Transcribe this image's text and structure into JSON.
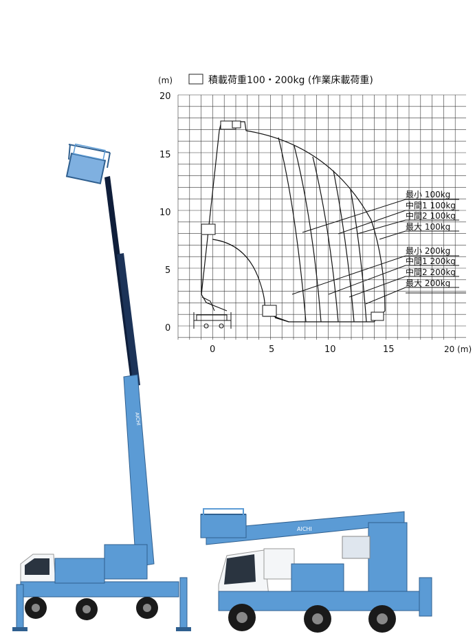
{
  "chart": {
    "unit_y": "(m)",
    "unit_x": "20 (m)",
    "legend_text": "積載荷重100・200kg (作業床載荷重)",
    "y_ticks": [
      "20",
      "15",
      "10",
      "5",
      "0"
    ],
    "x_ticks": [
      "0",
      "5",
      "10",
      "15"
    ],
    "annotations_100": [
      "最小 100kg",
      "中間1 100kg",
      "中間2 100kg",
      "最大 100kg"
    ],
    "annotations_200": [
      "最小 200kg",
      "中間1 200kg",
      "中間2 200kg",
      "最大 200kg"
    ]
  },
  "colors": {
    "truck_blue": "#5b9bd5",
    "truck_dark": "#2f5f8f",
    "boom_navy": "#0f1e3a",
    "cab_white": "#f4f6f8",
    "tire_black": "#1a1a1a",
    "grid": "#333333"
  },
  "truck_left": {
    "logo": "AICHI"
  },
  "truck_right": {
    "logo": "AICHI"
  }
}
